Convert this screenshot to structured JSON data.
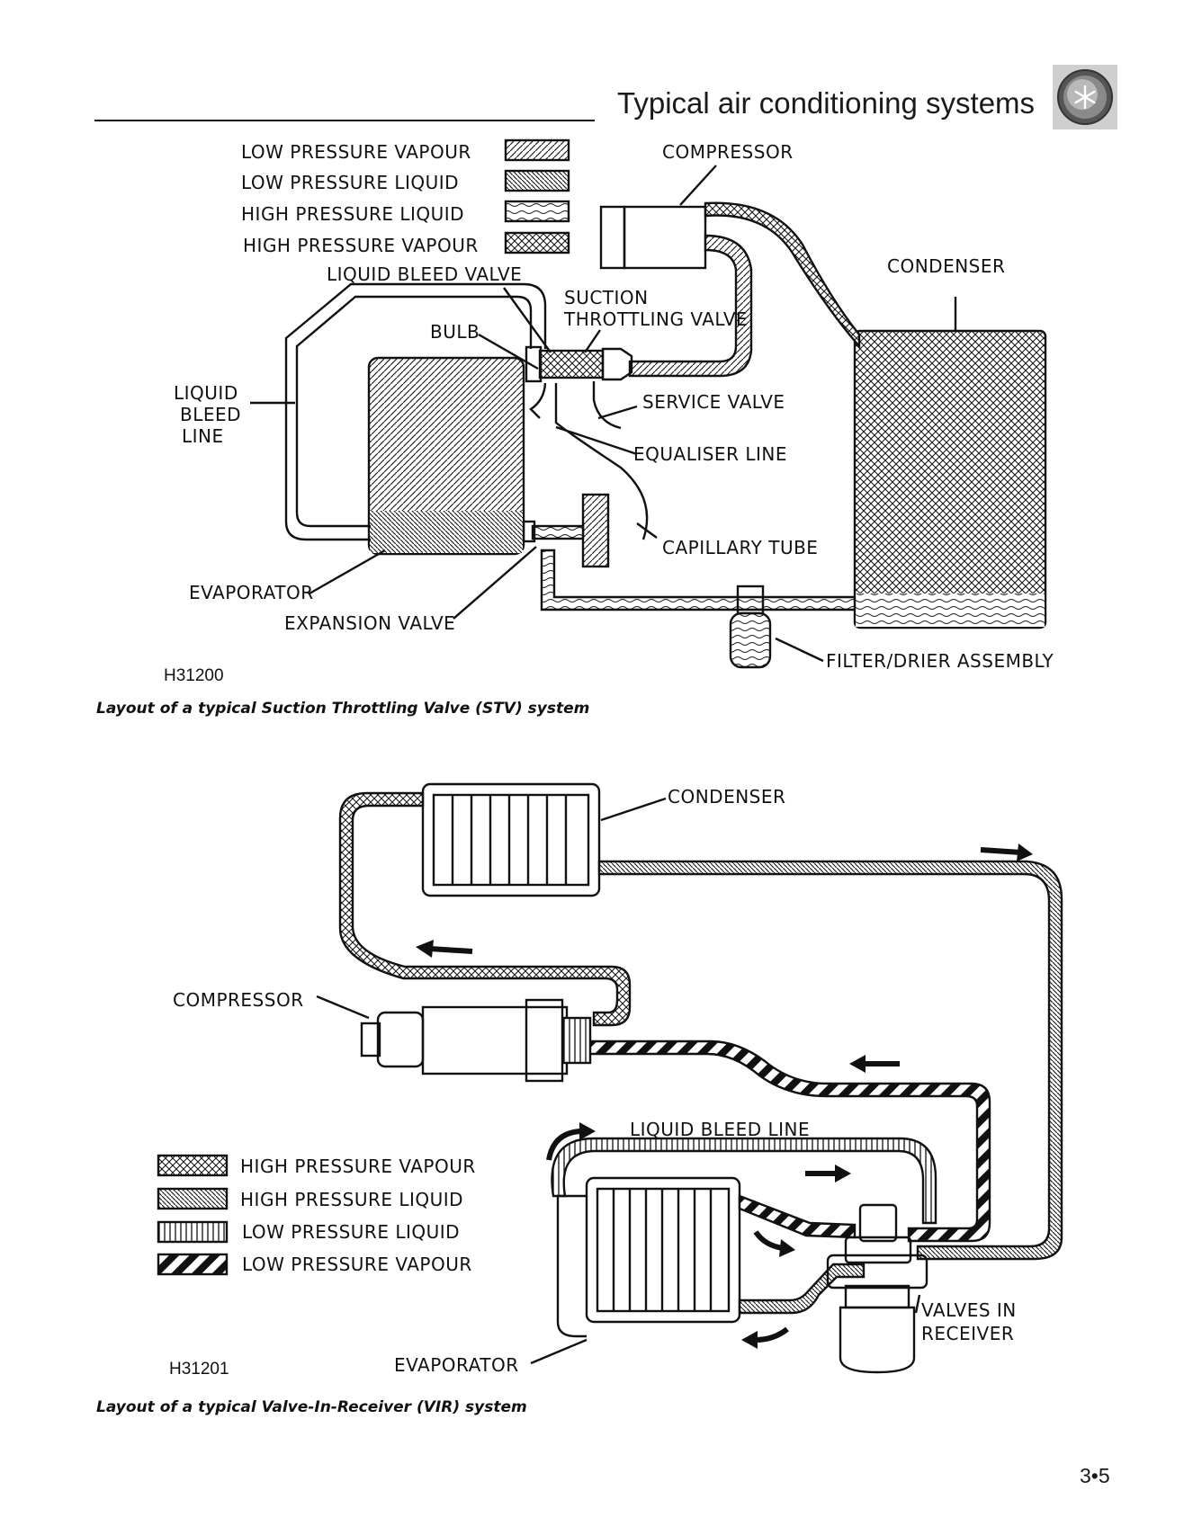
{
  "header": {
    "title": "Typical air conditioning systems",
    "badge_icon": "snowflake-icon"
  },
  "diagram1": {
    "legend": [
      "LOW PRESSURE VAPOUR",
      "LOW PRESSURE LIQUID",
      "HIGH PRESSURE LIQUID",
      "HIGH PRESSURE VAPOUR"
    ],
    "labels": {
      "compressor": "COMPRESSOR",
      "condenser": "CONDENSER",
      "liquid_bleed_valve": "LIQUID BLEED VALVE",
      "suction_1": "SUCTION",
      "suction_2": "THROTTLING VALVE",
      "bulb": "BULB",
      "liquid_1": "LIQUID",
      "liquid_2": "BLEED",
      "liquid_3": "LINE",
      "service_valve": "SERVICE VALVE",
      "equaliser_line": "EQUALISER LINE",
      "capillary_tube": "CAPILLARY TUBE",
      "evaporator": "EVAPORATOR",
      "expansion_valve": "EXPANSION VALVE",
      "filter_drier": "FILTER/DRIER ASSEMBLY"
    },
    "ref": "H31200",
    "caption": "Layout of a typical Suction Throttling Valve (STV) system"
  },
  "diagram2": {
    "legend": [
      "HIGH PRESSURE VAPOUR",
      "HIGH PRESSURE LIQUID",
      "LOW PRESSURE LIQUID",
      "LOW PRESSURE VAPOUR"
    ],
    "labels": {
      "condenser": "CONDENSER",
      "compressor": "COMPRESSOR",
      "liquid_bleed_line": "LIQUID BLEED LINE",
      "valves_1": "VALVES IN",
      "valves_2": "RECEIVER",
      "evaporator": "EVAPORATOR"
    },
    "ref": "H31201",
    "caption": "Layout of a typical Valve-In-Receiver (VIR) system"
  },
  "page_number": "3•5"
}
